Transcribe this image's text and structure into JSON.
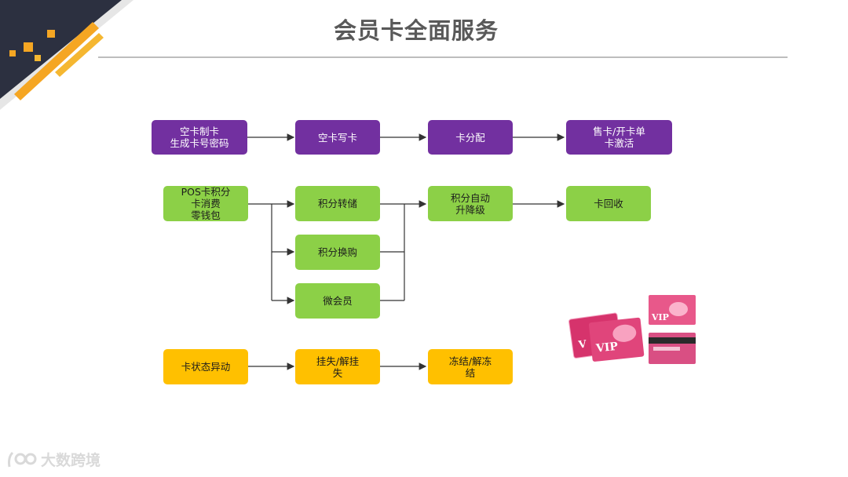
{
  "title": "会员卡全面服务",
  "watermark": "大数跨境",
  "colors": {
    "purple": "#7230a0",
    "green": "#8cd047",
    "orange": "#ffc000",
    "title": "#595959"
  },
  "rows": {
    "card_issue": {
      "blank_card": "空卡制卡\n生成卡号密码",
      "write_card": "空卡写卡",
      "distribute": "卡分配",
      "sell_activate": "售卡/开卡单\n卡激活"
    },
    "points": {
      "pos": "POS卡积分\n卡消费\n零钱包",
      "transfer": "积分转储",
      "exchange": "积分换购",
      "wechat_member": "微会员",
      "auto_level": "积分自动\n升降级",
      "recycle": "卡回收"
    },
    "status": {
      "status_change": "卡状态异动",
      "report_loss": "挂失/解挂\n失",
      "freeze": "冻结/解冻\n结"
    }
  },
  "cards_image": {
    "label": "VIP"
  }
}
